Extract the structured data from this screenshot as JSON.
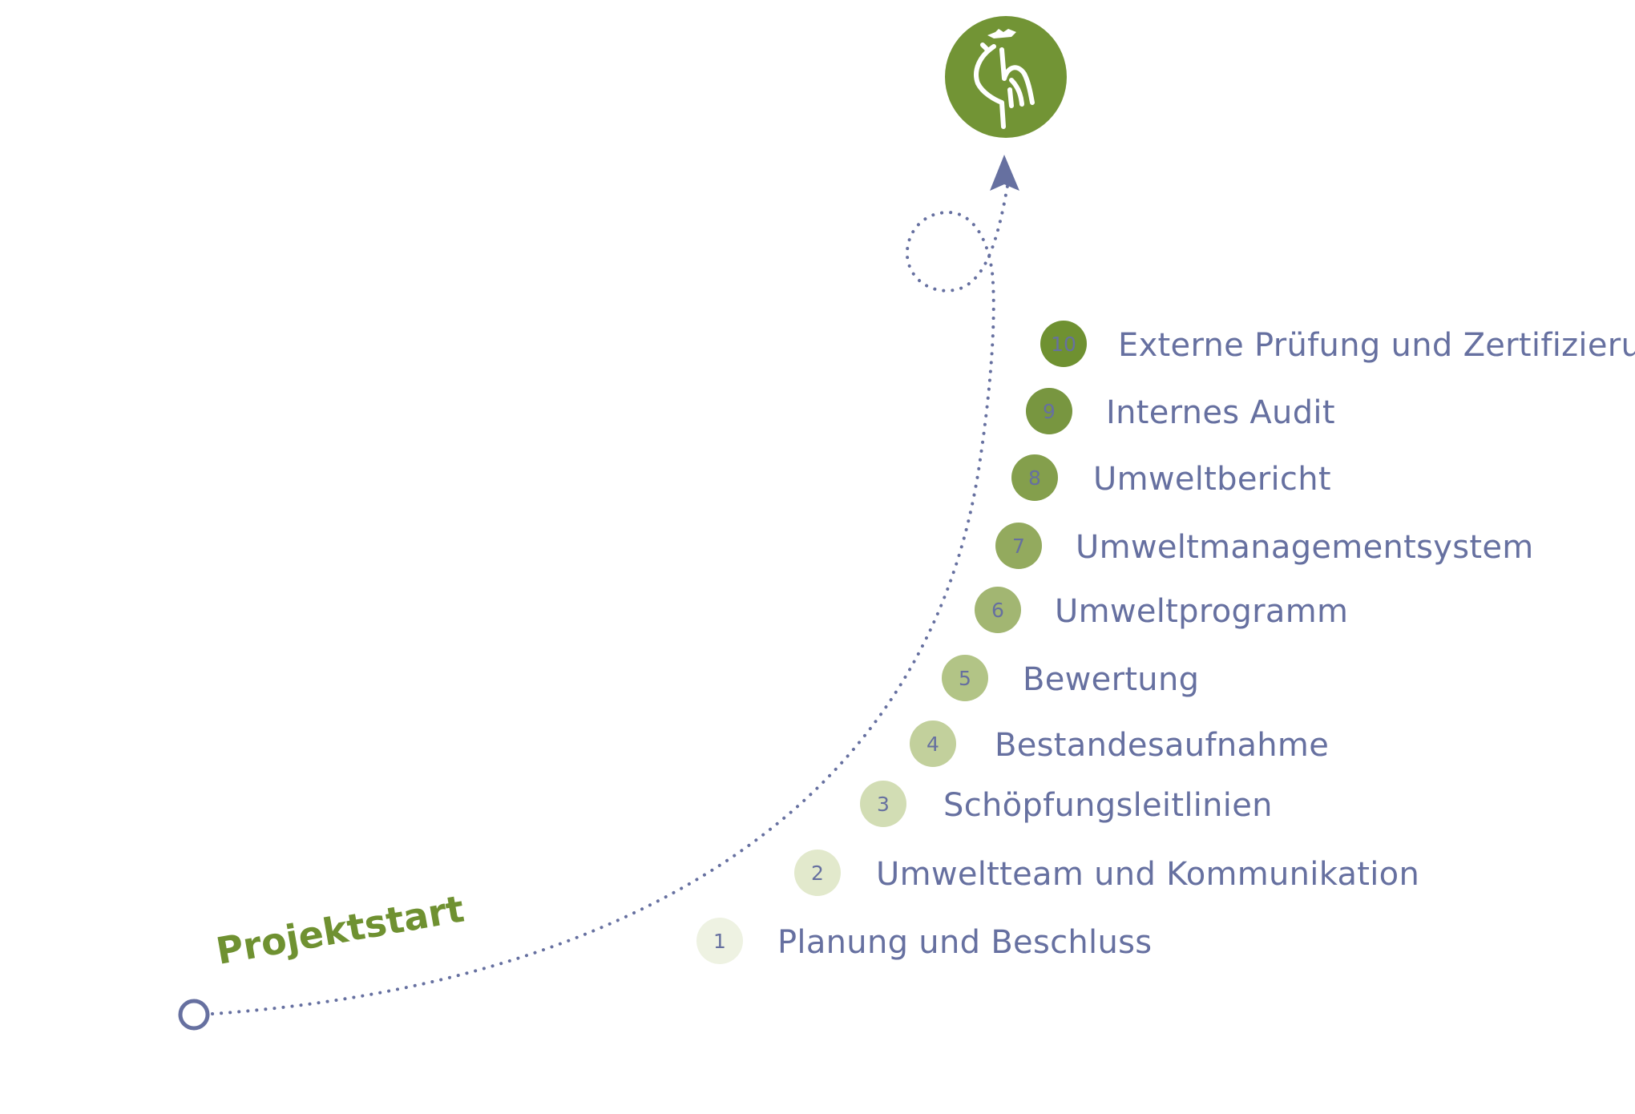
{
  "start_label": "Projektstart",
  "steps": [
    {
      "num": "1",
      "label": "Planung und Beschluss",
      "color": "#eef2e2"
    },
    {
      "num": "2",
      "label": "Umweltteam und Kommunikation",
      "color": "#e2e9cc"
    },
    {
      "num": "3",
      "label": "Schöpfungsleitlinien",
      "color": "#d2ddb4"
    },
    {
      "num": "4",
      "label": "Bestandesaufnahme",
      "color": "#c2d09c"
    },
    {
      "num": "5",
      "label": "Bewertung",
      "color": "#b2c486"
    },
    {
      "num": "6",
      "label": "Umweltprogramm",
      "color": "#a2b672"
    },
    {
      "num": "7",
      "label": "Umweltmanagementsystem",
      "color": "#93aa5e"
    },
    {
      "num": "8",
      "label": "Umweltbericht",
      "color": "#849f4c"
    },
    {
      "num": "9",
      "label": "Internes Audit",
      "color": "#789640"
    },
    {
      "num": "10",
      "label": "Externe Prüfung und Zertifizierung",
      "color": "#6f9131"
    }
  ],
  "colors": {
    "accent": "#6f9131",
    "path": "#6670a0"
  },
  "logo_icon": "rooster-icon"
}
